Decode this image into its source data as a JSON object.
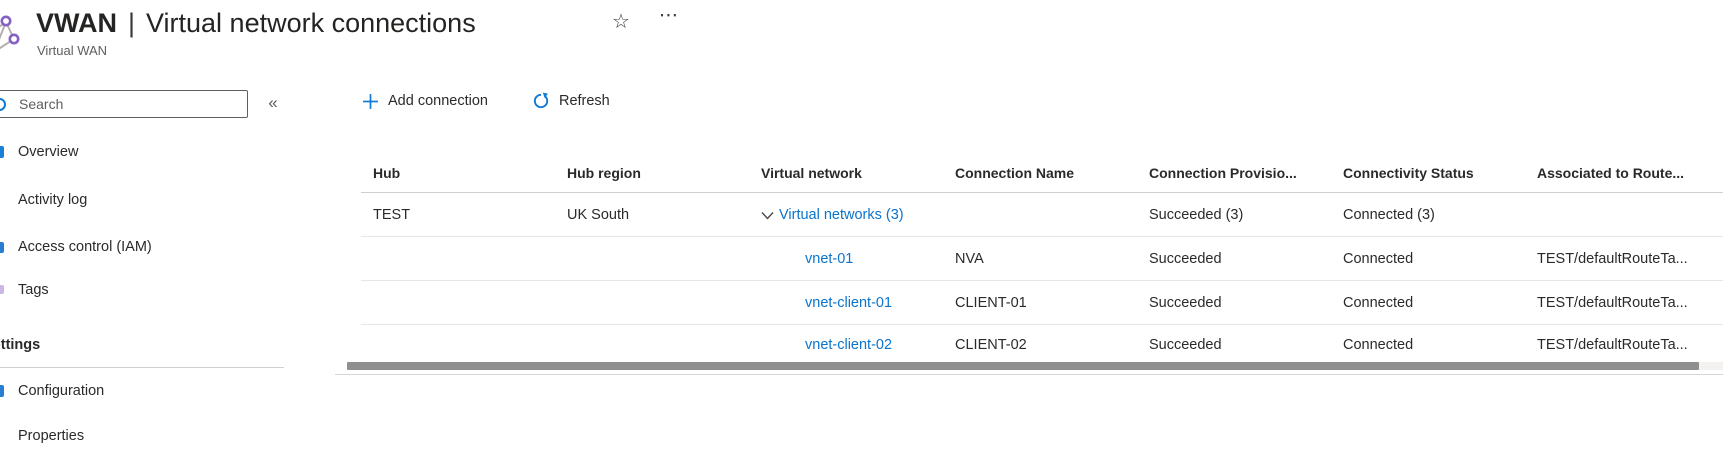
{
  "colors": {
    "accent_blue": "#0b74cc",
    "toolbar_icon_blue": "#0f7bd6",
    "vwan_icon_purple": "#8661c5",
    "text_primary": "#252423",
    "text_secondary": "#605e5c",
    "divider": "#d2d0ce",
    "row_border": "#e8e6e4",
    "scrollbar_thumb": "#8f8f8f"
  },
  "header": {
    "title_primary": "VWAN",
    "title_separator": "|",
    "title_secondary": "Virtual network connections",
    "subtitle": "Virtual WAN",
    "favorite_glyph": "☆",
    "more_glyph": "⋯"
  },
  "sidebar": {
    "search_placeholder": "Search",
    "collapse_glyph": "«",
    "items": [
      {
        "label": "Overview"
      },
      {
        "label": "Activity log"
      },
      {
        "label": "Access control (IAM)"
      },
      {
        "label": "Tags"
      }
    ],
    "settings_section_label": "Settings",
    "settings_items": [
      {
        "label": "Configuration"
      },
      {
        "label": "Properties"
      }
    ]
  },
  "toolbar": {
    "add_connection_label": "Add connection",
    "refresh_label": "Refresh"
  },
  "table": {
    "columns": [
      "Hub",
      "Hub region",
      "Virtual network",
      "Connection Name",
      "Connection Provisio...",
      "Connectivity Status",
      "Associated to Route..."
    ],
    "rows": [
      {
        "hub": "TEST",
        "hub_region": "UK South",
        "virtual_network": "Virtual networks (3)",
        "expanded": true,
        "connection_name": "",
        "provisioning_status": "Succeeded (3)",
        "connectivity_status": "Connected (3)",
        "route_table": ""
      },
      {
        "hub": "",
        "hub_region": "",
        "virtual_network": "vnet-01",
        "connection_name": "NVA",
        "provisioning_status": "Succeeded",
        "connectivity_status": "Connected",
        "route_table": "TEST/defaultRouteTa..."
      },
      {
        "hub": "",
        "hub_region": "",
        "virtual_network": "vnet-client-01",
        "connection_name": "CLIENT-01",
        "provisioning_status": "Succeeded",
        "connectivity_status": "Connected",
        "route_table": "TEST/defaultRouteTa..."
      },
      {
        "hub": "",
        "hub_region": "",
        "virtual_network": "vnet-client-02",
        "connection_name": "CLIENT-02",
        "provisioning_status": "Succeeded",
        "connectivity_status": "Connected",
        "route_table": "TEST/defaultRouteTa..."
      }
    ]
  }
}
